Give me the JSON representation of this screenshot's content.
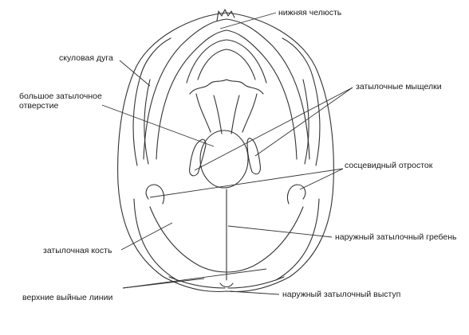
{
  "labels": {
    "mandible": "нижняя челюсть",
    "zygomatic_arch": "скуловая дуга",
    "foramen_magnum_line1": "большое затылочное",
    "foramen_magnum_line2": "отверстие",
    "occipital_condyles": "затылочные мыщелки",
    "mastoid_process": "сосцевидный отросток",
    "external_occipital_crest": "наружный затылочный гребень",
    "occipital_bone": "затылочная кость",
    "superior_nuchal_lines": "верхние выйные линии",
    "external_occipital_protuberance": "наружный затылочный выступ"
  }
}
